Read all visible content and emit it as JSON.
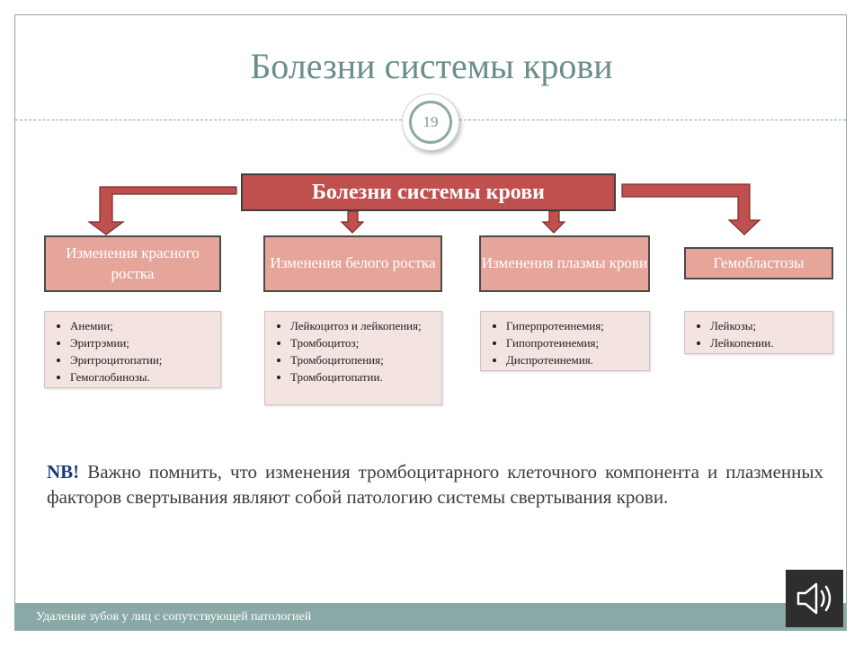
{
  "slide": {
    "title": "Болезни системы крови",
    "page_number": "19",
    "footer": "Удаление зубов у лиц с сопутствующей патологией",
    "accent_color": "#8aa9a6",
    "main_color": "#c0504d",
    "category_color": "#e6a59b"
  },
  "diagram": {
    "root": "Болезни системы крови",
    "categories": [
      {
        "label": "Изменения красного ростка",
        "items": [
          "Анемии;",
          "Эритрэмии;",
          "Эритроцитопатии;",
          "Гемоглобинозы."
        ]
      },
      {
        "label": "Изменения белого ростка",
        "items": [
          "Лейкоцитоз и лейкопения;",
          "Тромбоцитоз;",
          "Тромбоцитопения;",
          "Тромбоцитопатии."
        ]
      },
      {
        "label": "Изменения плазмы крови",
        "items": [
          "Гиперпротеинемия;",
          "Гипопротеинемия;",
          "Диспротеинемия."
        ]
      },
      {
        "label": "Гемобластозы",
        "items": [
          "Лейкозы;",
          "Лейкопении."
        ]
      }
    ]
  },
  "note": {
    "label": "NB!",
    "text": "Важно помнить, что изменения тромбоцитарного клеточного компонента и плазменных факторов свертывания являют собой патологию системы свертывания крови."
  },
  "icons": {
    "speaker": "speaker-icon"
  }
}
